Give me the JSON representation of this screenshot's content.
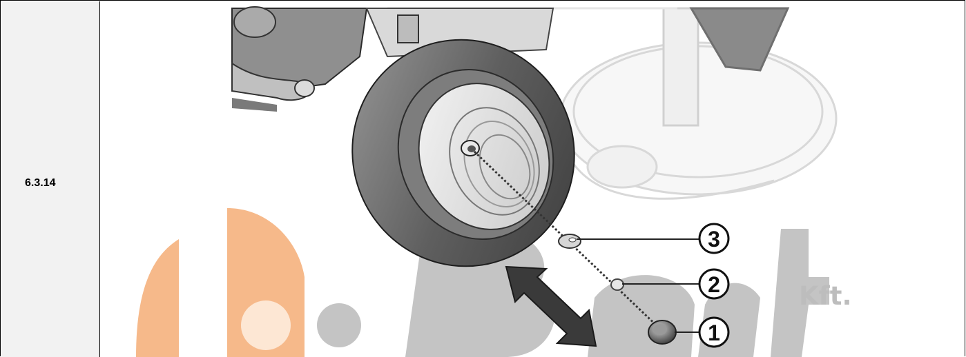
{
  "step": {
    "number": "6.3.14"
  },
  "figure": {
    "callouts": [
      {
        "label": "3",
        "part": "washer"
      },
      {
        "label": "2",
        "part": "spacer"
      },
      {
        "label": "1",
        "part": "cap"
      }
    ],
    "arrow": "double-headed-arrow",
    "watermark": {
      "brand": "Best",
      "suffix": "Kft.",
      "colors": {
        "orange": "#f6b98a",
        "gray": "#c4c4c4"
      }
    }
  }
}
